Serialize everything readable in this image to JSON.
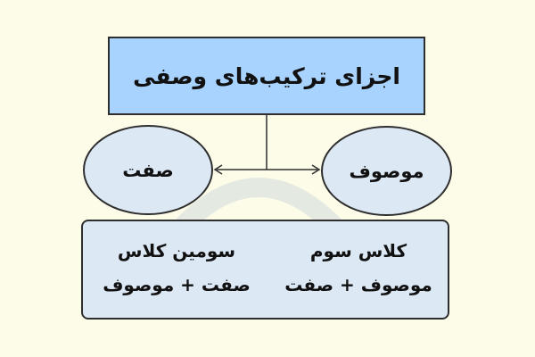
{
  "title": "اجزای ترکیب‌های وصفی",
  "left_node": "صفت",
  "right_node": "موصوف",
  "bottom": {
    "left": {
      "line1": "سومین کلاس",
      "line2": "صفت + موصوف"
    },
    "right": {
      "line1": "کلاس سوم",
      "line2": "موصوف + صفت"
    }
  },
  "colors": {
    "background": "#fdfce9",
    "title_fill": "#a8d3ff",
    "node_fill": "#dde8f5",
    "stroke": "#2e2e2e"
  },
  "icons": [
    "watermark-logo-icon",
    "arrow-left-icon",
    "arrow-right-icon"
  ]
}
